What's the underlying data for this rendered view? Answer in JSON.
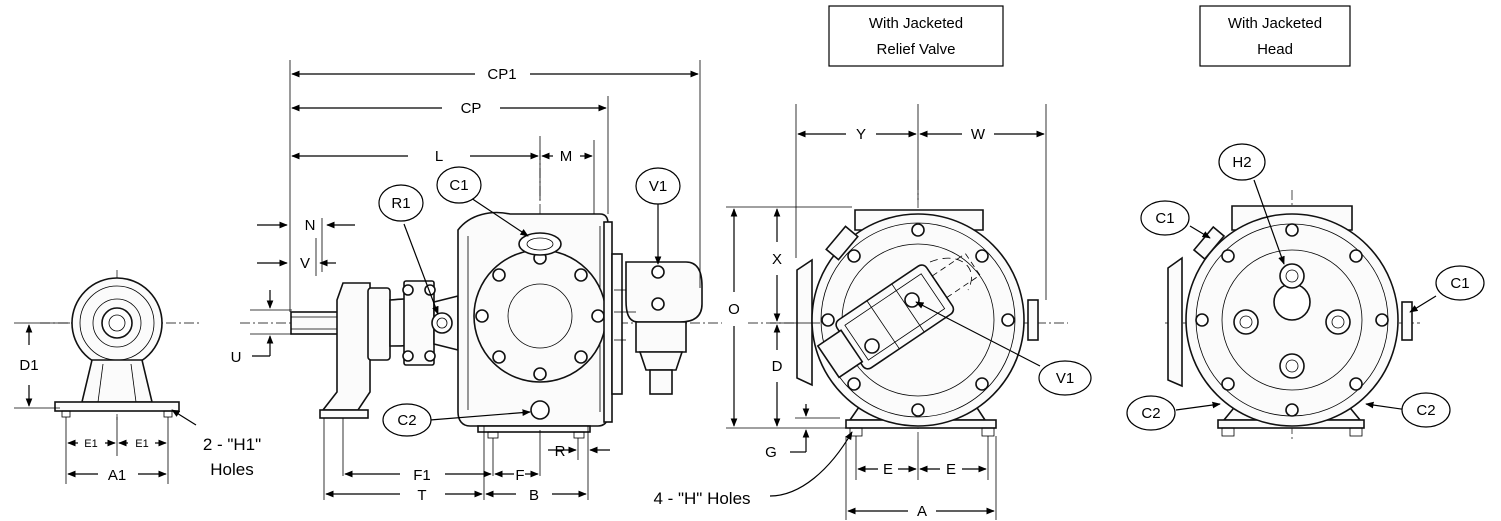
{
  "panel_titles": {
    "relief_valve": [
      "With Jacketed",
      "Relief Valve"
    ],
    "jacketed_head": [
      "With Jacketed",
      "Head"
    ]
  },
  "dimensions": {
    "cp1": "CP1",
    "cp": "CP",
    "l": "L",
    "m": "M",
    "n": "N",
    "v": "V",
    "u": "U",
    "d1": "D1",
    "e1_left": "E1",
    "e1_right": "E1",
    "a1": "A1",
    "f1": "F1",
    "f": "F",
    "r": "R",
    "t": "T",
    "b": "B",
    "y": "Y",
    "w": "W",
    "x": "X",
    "o": "O",
    "d": "D",
    "g": "G",
    "e_left": "E",
    "e_right": "E",
    "a": "A"
  },
  "callouts": {
    "r1": "R1",
    "c1_side": "C1",
    "v1_side": "V1",
    "c2_side": "C2",
    "v1_front": "V1",
    "h2": "H2",
    "c1_head_left": "C1",
    "c1_head_right": "C1",
    "c2_head_left": "C2",
    "c2_head_right": "C2"
  },
  "notes": {
    "h1_holes": [
      "2 - \"H1\"",
      "Holes"
    ],
    "h_holes": "4 - \"H\" Holes"
  }
}
